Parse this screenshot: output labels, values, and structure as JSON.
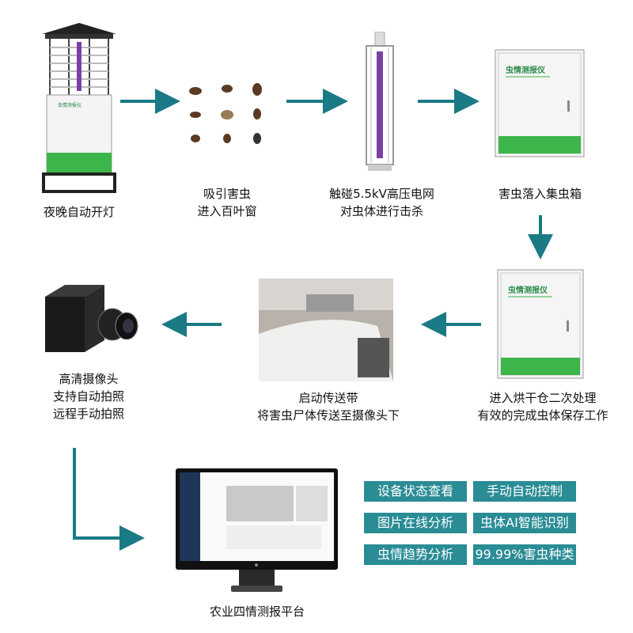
{
  "steps": [
    {
      "lines": [
        "夜晚自动开灯"
      ]
    },
    {
      "lines": [
        "吸引害虫",
        "进入百叶窗"
      ]
    },
    {
      "lines": [
        "触碰5.5kV高压电网",
        "对虫体进行击杀"
      ]
    },
    {
      "lines": [
        "害虫落入集虫箱"
      ]
    },
    {
      "lines": [
        "进入烘干仓二次处理",
        "有效的完成虫体保存工作"
      ]
    },
    {
      "lines": [
        "启动传送带",
        "将害虫尸体传送至摄像头下"
      ]
    },
    {
      "lines": [
        "高清摄像头",
        "支持自动拍照",
        "远程手动拍照"
      ]
    },
    {
      "lines": [
        "农业四情测报平台"
      ]
    }
  ],
  "device_label": "虫情测报仪",
  "features": [
    "设备状态查看",
    "手动自动控制",
    "图片在线分析",
    "虫体AI智能识别",
    "虫情趋势分析",
    "99.99%害虫种类"
  ],
  "colors": {
    "arrow": "#1a7a85",
    "tag": "#2a8c95",
    "green": "#3cb54a"
  }
}
